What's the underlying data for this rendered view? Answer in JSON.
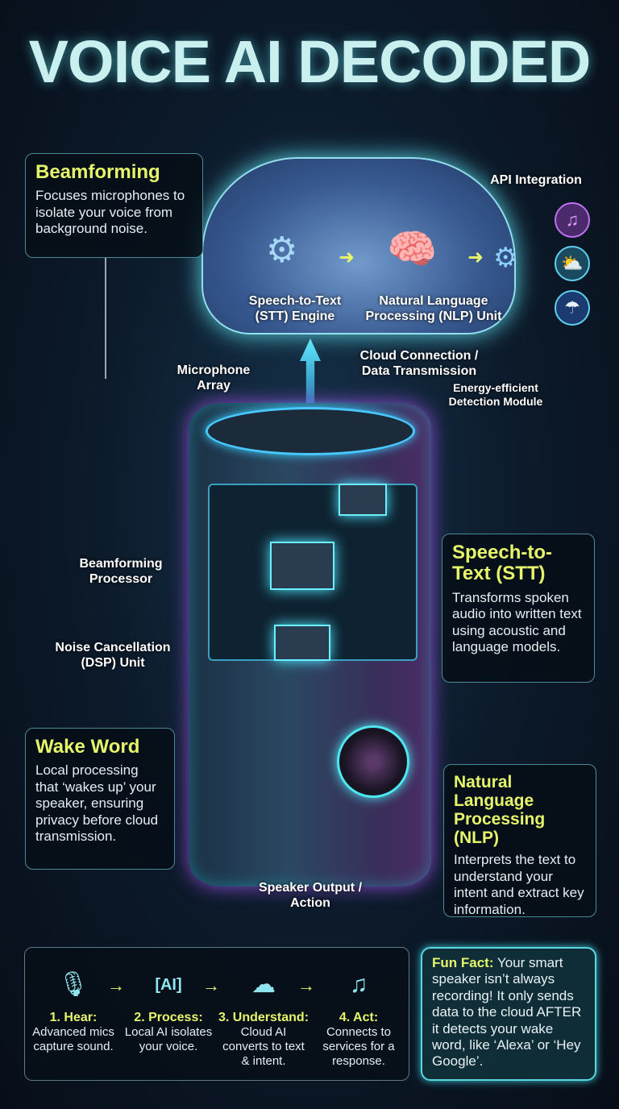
{
  "title": "VOICE AI DECODED",
  "beamforming": {
    "heading": "Beamforming",
    "text": "Focuses microphones to isolate your voice from background noise."
  },
  "cloud": {
    "stt": "Speech-to-Text (STT) Engine",
    "nlp": "Natural Language Processing (NLP) Unit",
    "api": "API Integration",
    "services": [
      "music-icon",
      "weather-sun-cloud-icon",
      "rain-cloud-icon"
    ]
  },
  "labels": {
    "mic_array": "Microphone Array",
    "cloud_conn": "Cloud Connection / Data Transmission",
    "energy": "Energy-efficient Detection Module",
    "beam_proc": "Beamforming Processor",
    "noise": "Noise Cancellation (DSP) Unit",
    "output": "Speaker Output / Action"
  },
  "stt_box": {
    "heading": "Speech-to-Text (STT)",
    "text": "Transforms spoken audio into written text using acoustic and language models."
  },
  "wake_box": {
    "heading": "Wake Word",
    "text": "Local processing that ‘wakes up’ your speaker, ensuring privacy before cloud transmission."
  },
  "nlp_box": {
    "heading": "Natural Language Processing (NLP)",
    "text": "Interprets the text to understand your intent and extract key information."
  },
  "steps": [
    {
      "title": "1. Hear:",
      "text": "Advanced mics capture sound.",
      "icon": "microphone-icon"
    },
    {
      "title": "2. Process:",
      "text": "Local AI isolates your voice.",
      "icon": "ai-chip-icon"
    },
    {
      "title": "3. Understand:",
      "text": "Cloud AI converts to text & intent.",
      "icon": "cloud-sync-icon"
    },
    {
      "title": "4. Act:",
      "text": "Connects to services for a response.",
      "icon": "music-chat-icon"
    }
  ],
  "fun_fact": {
    "label": "Fun Fact:",
    "text": " Your smart speaker isn’t always recording! It only sends data to the cloud AFTER it detects your wake word, like ‘Alexa’ or ‘Hey Google’."
  },
  "colors": {
    "accent": "#e6f56a",
    "glow": "#4fe6ff",
    "background": "#0c1a2a"
  }
}
